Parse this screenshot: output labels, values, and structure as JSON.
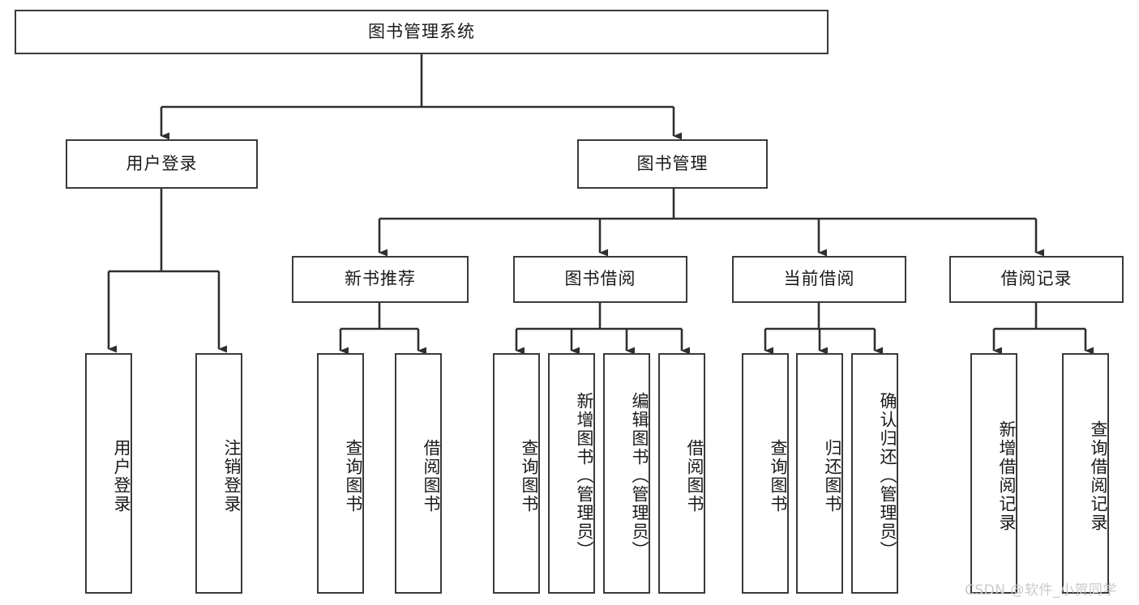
{
  "diagram": {
    "type": "tree-hierarchy-chart",
    "title_node": {
      "label": "图书管理系统"
    },
    "level1": [
      {
        "label": "用户登录"
      },
      {
        "label": "图书管理"
      }
    ],
    "level2": [
      {
        "label": "新书推荐"
      },
      {
        "label": "图书借阅"
      },
      {
        "label": "当前借阅"
      },
      {
        "label": "借阅记录"
      }
    ],
    "leaves": {
      "user_login": [
        {
          "label": "用户登录"
        },
        {
          "label": "注销登录"
        }
      ],
      "new_book_recommend": [
        {
          "label": "查询图书"
        },
        {
          "label": "借阅图书"
        }
      ],
      "book_borrow": [
        {
          "label": "查询图书"
        },
        {
          "label": "新增图书（管理员）"
        },
        {
          "label": "编辑图书（管理员）"
        },
        {
          "label": "借阅图书"
        }
      ],
      "current_borrow": [
        {
          "label": "查询图书"
        },
        {
          "label": "归还图书"
        },
        {
          "label": "确认归还（管理员）"
        }
      ],
      "borrow_record": [
        {
          "label": "新增借阅记录"
        },
        {
          "label": "查询借阅记录"
        }
      ]
    }
  },
  "watermark": {
    "text": "CSDN @软件_小贺同学"
  },
  "colors": {
    "stroke": "#3a3a3a",
    "text": "#1a1a1a",
    "background": "#ffffff",
    "watermark": "#c9c9c9"
  }
}
